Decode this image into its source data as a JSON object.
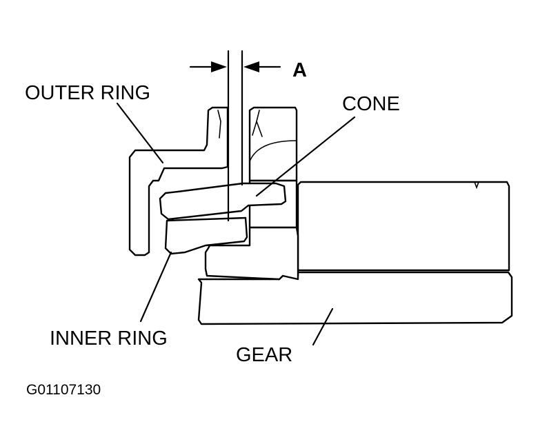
{
  "labels": {
    "outer_ring": "OUTER RING",
    "cone": "CONE",
    "inner_ring": "INNER RING",
    "gear": "GEAR",
    "dimension": "A",
    "figure_id": "G01107130"
  }
}
